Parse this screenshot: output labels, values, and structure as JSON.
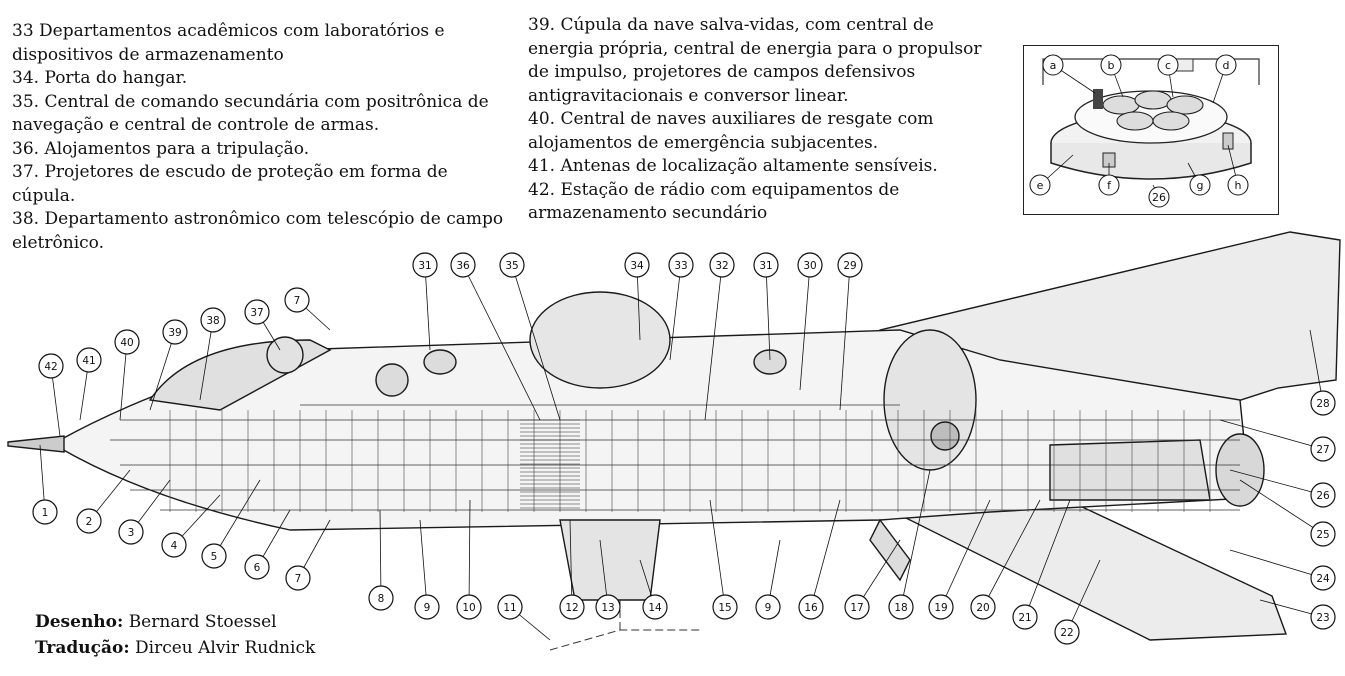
{
  "legend_left": [
    "33 Departamentos acadêmicos com laboratórios e dispositivos de armazenamento",
    "34. Porta do hangar.",
    "35. Central de comando secundária com positrônica de navegação e central de controle de armas.",
    "36. Alojamentos para a tripulação.",
    "37. Projetores de escudo de proteção em forma de cúpula.",
    "38. Departamento astronômico com telescópio de campo eletrônico."
  ],
  "legend_right": [
    "39. Cúpula da nave salva-vidas, com central de energia própria, central de energia para o propulsor de impulso, projetores de campos defensivos antigravitacionais e conversor linear.",
    "40. Central de naves auxiliares de resgate com alojamentos de emergência subjacentes.",
    "41. Antenas de localização altamente sensíveis.",
    "42. Estação de rádio com equipamentos de armazenamento secundário"
  ],
  "credits": {
    "drawing_label": "Desenho:",
    "drawing_name": "Bernard Stoessel",
    "translation_label": "Tradução:",
    "translation_name": "Dirceu Alvir Rudnick"
  },
  "inset_labels": [
    "a",
    "b",
    "c",
    "d",
    "e",
    "f",
    "26",
    "g",
    "h"
  ],
  "callouts_top": [
    "7",
    "31",
    "36",
    "35",
    "34",
    "33",
    "32",
    "31",
    "30",
    "29",
    "37",
    "39",
    "38",
    "40",
    "41",
    "42"
  ],
  "callouts_bottom": [
    "1",
    "2",
    "3",
    "4",
    "5",
    "6",
    "7",
    "8",
    "9",
    "10",
    "11",
    "12",
    "13",
    "14",
    "15",
    "9",
    "16",
    "17",
    "18",
    "19",
    "20",
    "21",
    "22",
    "23",
    "24",
    "25",
    "26",
    "27",
    "28"
  ]
}
